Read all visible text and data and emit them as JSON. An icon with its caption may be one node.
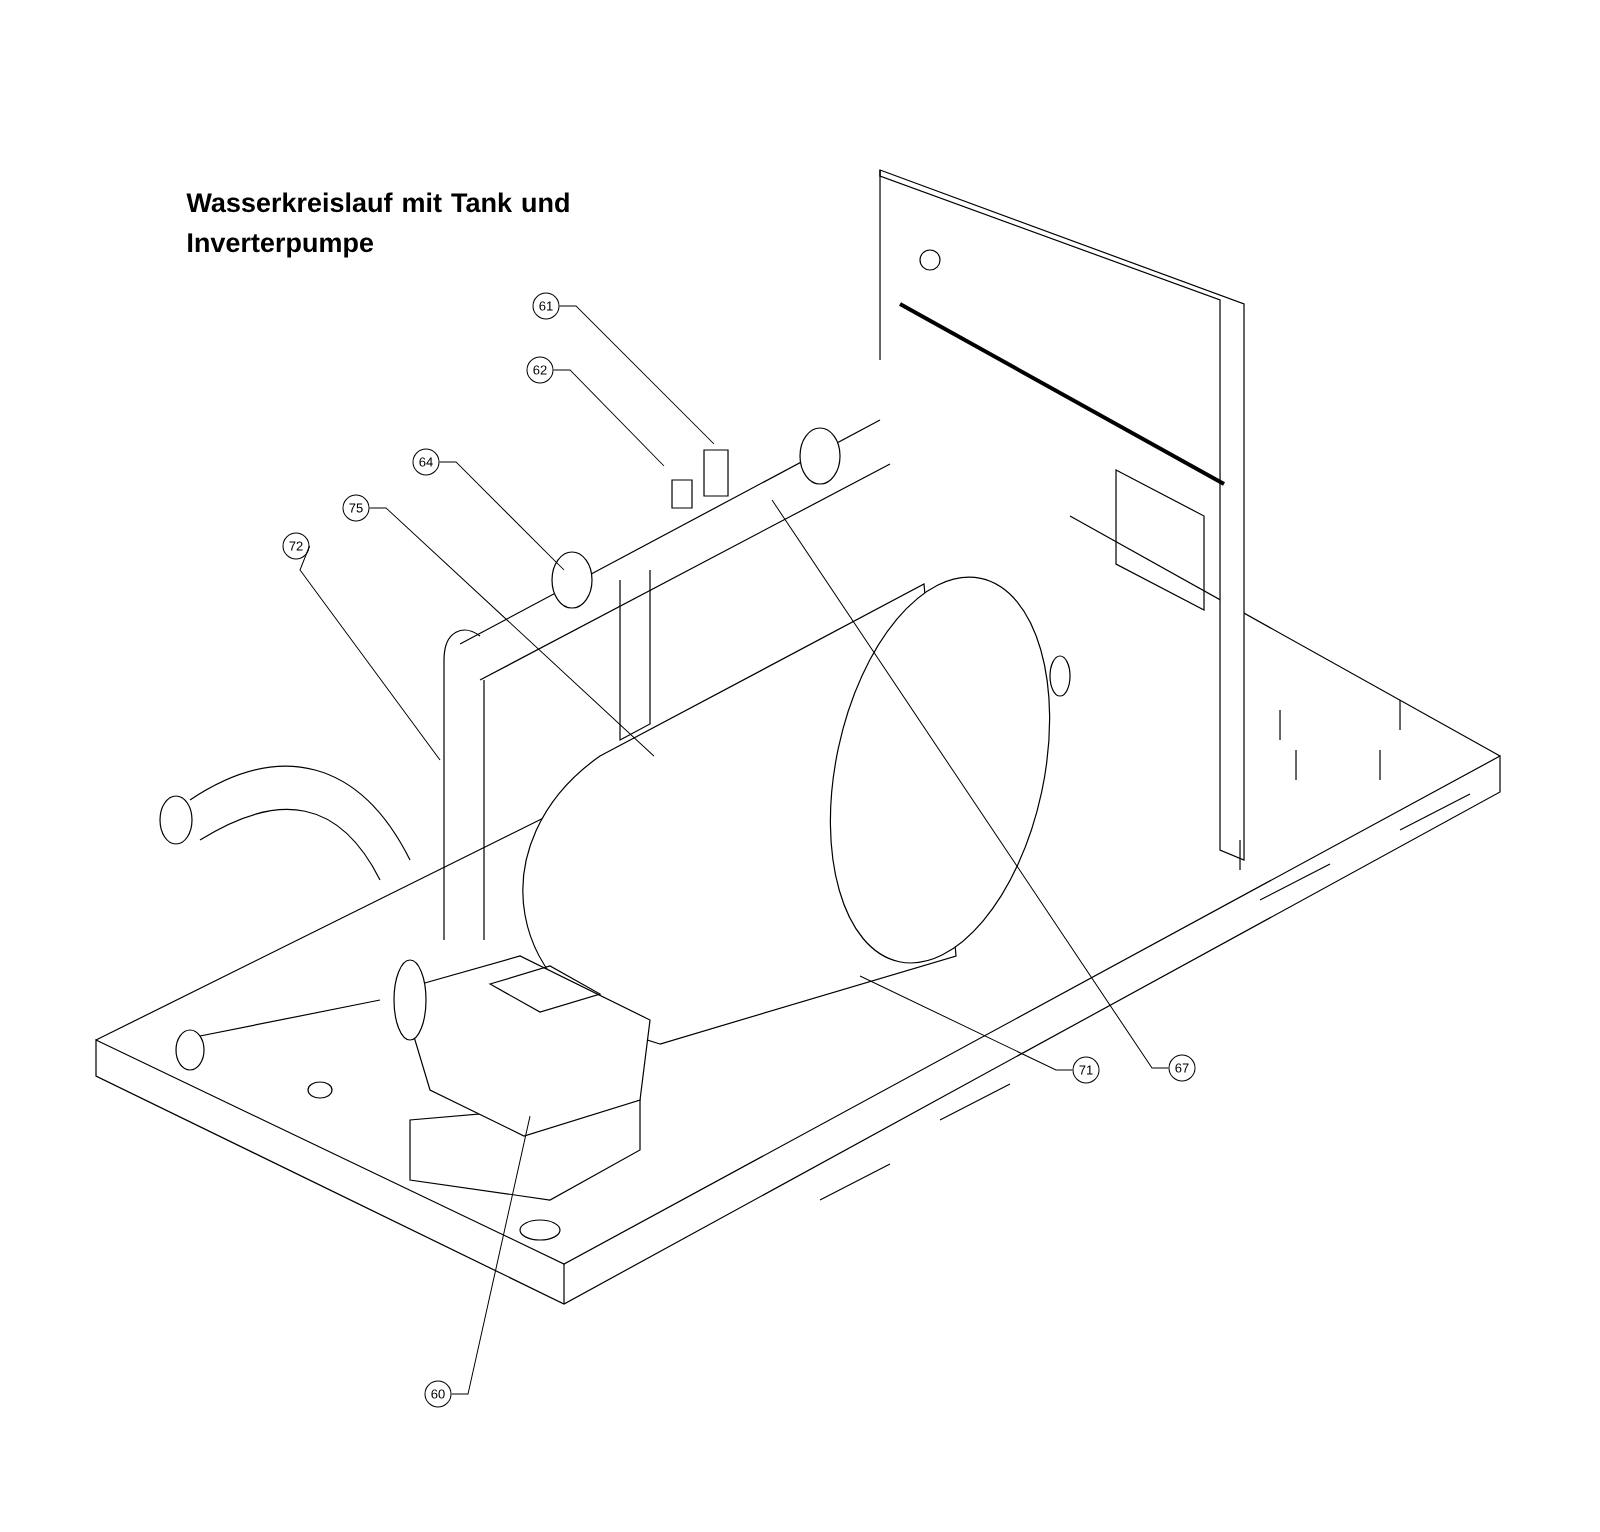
{
  "diagram": {
    "title": "Wasserkreislauf mit Tank und Inverterpumpe",
    "nodes": [
      {
        "text": [
          "61"
        ]
      },
      {
        "text": [
          "62"
        ]
      },
      {
        "text": [
          "64"
        ]
      },
      {
        "text": [
          "75"
        ]
      },
      {
        "text": [
          "72"
        ]
      },
      {
        "text": [
          "71"
        ]
      },
      {
        "text": [
          "67"
        ]
      },
      {
        "text": [
          "60"
        ]
      }
    ],
    "edges": [
      {
        "from": 0,
        "to": null,
        "arrow": "none"
      },
      {
        "from": 1,
        "to": null,
        "arrow": "none"
      },
      {
        "from": 2,
        "to": null,
        "arrow": "none"
      },
      {
        "from": 3,
        "to": null,
        "arrow": "none"
      },
      {
        "from": 4,
        "to": null,
        "arrow": "none"
      },
      {
        "from": 5,
        "to": null,
        "arrow": "none"
      },
      {
        "from": 6,
        "to": null,
        "arrow": "none"
      },
      {
        "from": 7,
        "to": null,
        "arrow": "none"
      }
    ]
  }
}
